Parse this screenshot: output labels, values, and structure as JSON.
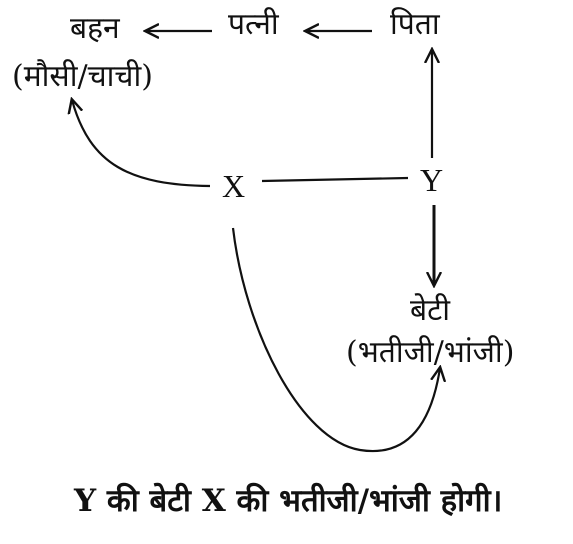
{
  "nodes": {
    "sister": "बहन",
    "sister_sub": "(मौसी/चाची)",
    "wife": "पत्नी",
    "father": "पिता",
    "x": "X",
    "y": "Y",
    "daughter": "बेटी",
    "daughter_sub": "(भतीजी/भांजी)"
  },
  "caption": "Y की बेटी X की भतीजी/भांजी होगी।",
  "colors": {
    "ink": "#111111",
    "background": "#ffffff"
  }
}
